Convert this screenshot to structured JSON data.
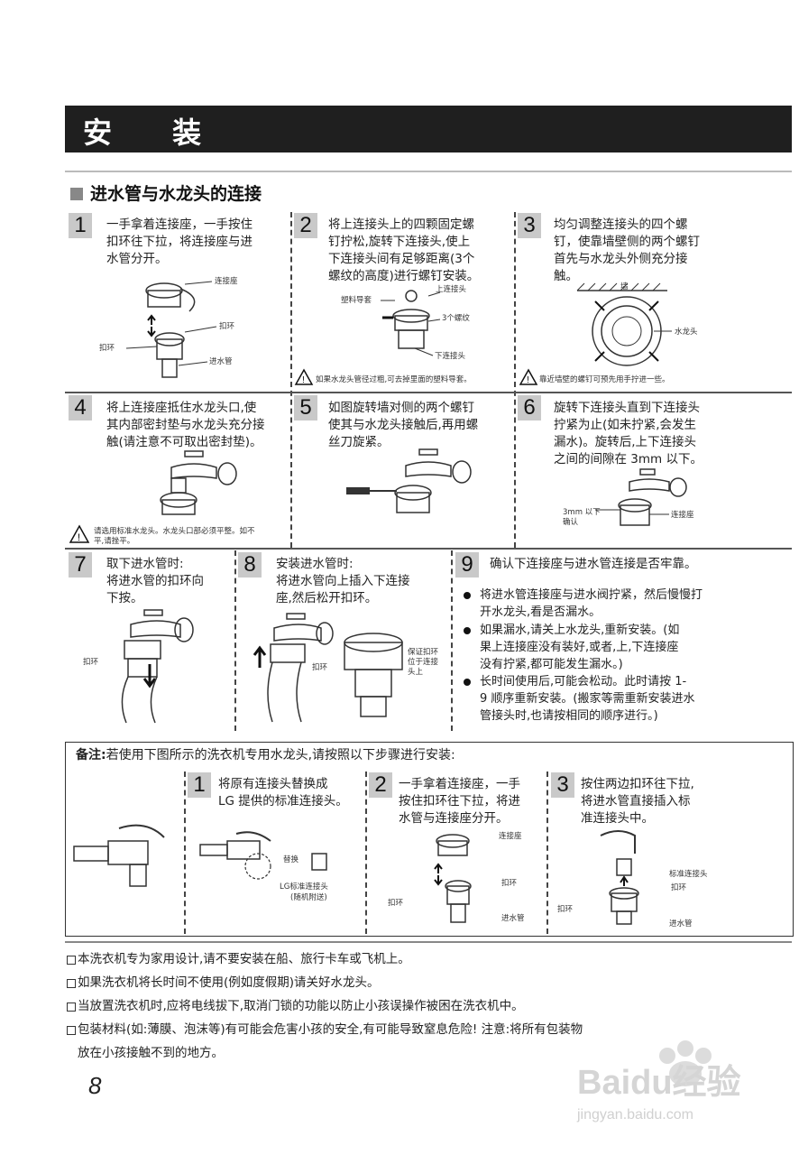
{
  "header": {
    "title": "安 装"
  },
  "section": {
    "title": "进水管与水龙头的连接"
  },
  "steps": [
    {
      "num": "1",
      "lines": [
        "一手拿着连接座，一手按住",
        "扣环往下拉，将连接座与进",
        "水管分开。"
      ],
      "labels": [
        "连接座",
        "扣环",
        "扣环",
        "进水管"
      ]
    },
    {
      "num": "2",
      "lines": [
        "将上连接头上的四颗固定螺",
        "钉拧松,旋转下连接头,使上",
        "下连接头间有足够距离(3个",
        "螺纹的高度)进行螺钉安装。"
      ],
      "labels": [
        "上连接头",
        "塑料导套",
        "3个螺纹",
        "下连接头"
      ],
      "warning": "如果水龙头管径过粗,可去掉里面的塑料导套。"
    },
    {
      "num": "3",
      "lines": [
        "均匀调整连接头的四个螺",
        "钉，使靠墙壁侧的两个螺钉",
        "首先与水龙头外侧充分接",
        "触。"
      ],
      "labels": [
        "墙",
        "水龙头"
      ],
      "warning": "靠近墙壁的螺钉可预先用手拧进一些。"
    },
    {
      "num": "4",
      "lines": [
        "将上连接座抵住水龙头口,使",
        "其内部密封垫与水龙头充分接",
        "触(请注意不可取出密封垫)。"
      ],
      "warning_lines": [
        "请选用标准水龙头。水龙头口部必须平整。如不",
        "平,请挫平。"
      ]
    },
    {
      "num": "5",
      "lines": [
        "如图旋转墙对侧的两个螺钉",
        "使其与水龙头接触后,再用螺",
        "丝刀旋紧。"
      ]
    },
    {
      "num": "6",
      "lines": [
        "旋转下连接头直到下连接头",
        "拧紧为止(如未拧紧,会发生",
        "漏水)。旋转后,上下连接头",
        "之间的间隙在 3mm 以下。"
      ],
      "labels": [
        "3mm 以下",
        "确认",
        "连接座"
      ]
    },
    {
      "num": "7",
      "lines": [
        "取下进水管时:",
        "将进水管的扣环向",
        "下按。"
      ],
      "labels": [
        "扣环"
      ]
    },
    {
      "num": "8",
      "lines": [
        "安装进水管时:",
        "将进水管向上插入下连接",
        "座,然后松开扣环。"
      ],
      "labels": [
        "扣环",
        "保证扣环",
        "位于连接",
        "头上"
      ]
    },
    {
      "num": "9",
      "lines": [
        "确认下连接座与进水管连接是否牢靠。"
      ]
    }
  ],
  "step9_bullets": [
    [
      "将进水管连接座与进水阀拧紧，然后慢慢打",
      "开水龙头,看是否漏水。"
    ],
    [
      "如果漏水,请关上水龙头,重新安装。(如",
      "果上连接座没有装好,或者,上,下连接座",
      "没有拧紧,都可能发生漏水。)"
    ],
    [
      "长时间使用后,可能会松动。此时请按 1-",
      "9 顺序重新安装。(搬家等需重新安装进水",
      "管接头时,也请按相同的顺序进行。)"
    ]
  ],
  "note": {
    "prefix": "备注:",
    "text": "若使用下图所示的洗衣机专用水龙头,请按照以下步骤进行安装:",
    "steps": [
      {
        "num": "1",
        "lines": [
          "将原有连接头替换成",
          "LG 提供的标准连接头。"
        ],
        "labels": [
          "替换",
          "LG标准连接头",
          "(随机附送)"
        ]
      },
      {
        "num": "2",
        "lines": [
          "一手拿着连接座，一手",
          "按住扣环往下拉，将进",
          "水管与连接座分开。"
        ],
        "labels": [
          "连接座",
          "扣环",
          "扣环",
          "进水管"
        ]
      },
      {
        "num": "3",
        "lines": [
          "按住两边扣环往下拉,",
          "将进水管直接插入标",
          "准连接头中。"
        ],
        "labels": [
          "标准连接头",
          "扣环",
          "扣环",
          "进水管"
        ]
      }
    ]
  },
  "footnotes": [
    "本洗衣机专为家用设计,请不要安装在船、旅行卡车或飞机上。",
    "如果洗衣机将长时间不使用(例如度假期)请关好水龙头。",
    "当放置洗衣机时,应将电线拔下,取消门锁的功能以防止小孩误操作被困在洗衣机中。",
    "包装材料(如:薄膜、泡沫等)有可能会危害小孩的安全,有可能导致窒息危险! 注意:将所有包装物",
    "放在小孩接触不到的地方。"
  ],
  "page_number": "8",
  "watermark": {
    "brand": "Baidu经验",
    "url": "jingyan.baidu.com"
  }
}
